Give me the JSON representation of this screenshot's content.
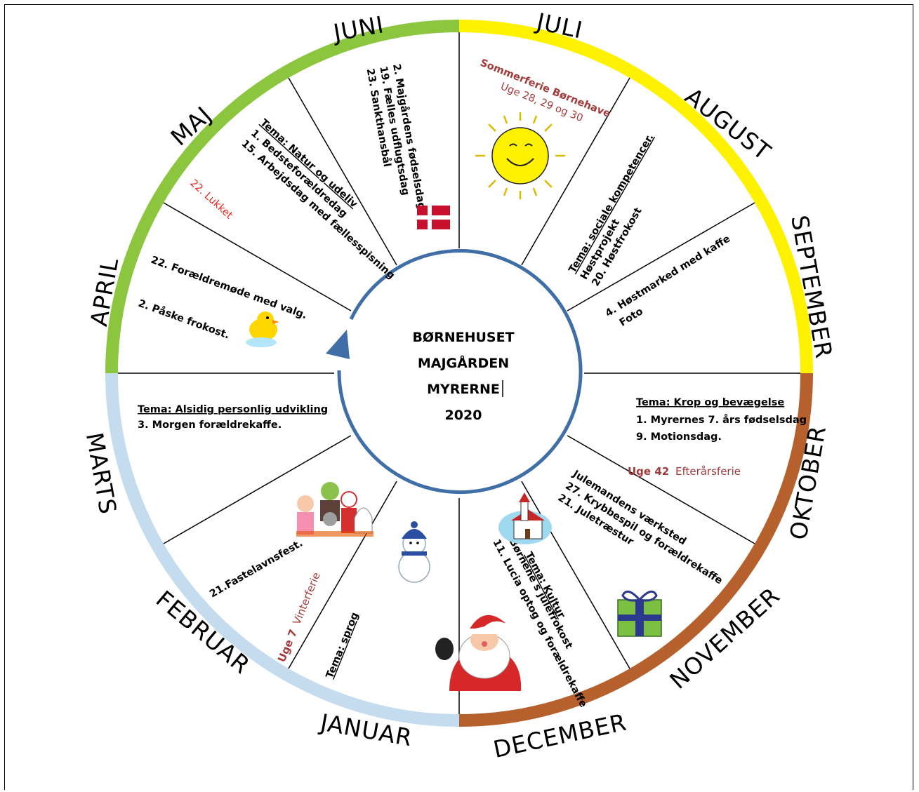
{
  "title": {
    "line1": "BØRNEHUSET",
    "line2": "MAJGÅRDEN",
    "line3": "MYRERNE",
    "line4": "2020"
  },
  "months": {
    "juni": "JUNI",
    "juli": "JULI",
    "august": "AUGUST",
    "september": "SEPTEMBER",
    "oktober": "OKTOBER",
    "november": "NOVEMBER",
    "december": "DECEMBER",
    "januar": "JANUAR",
    "februar": "FEBRUAR",
    "marts": "MARTS",
    "april": "APRIL",
    "maj": "MAJ"
  },
  "colors": {
    "spring_green": "#8cc63f",
    "summer_yellow": "#fff200",
    "autumn_brown": "#b5602d",
    "winter_blue": "#c5dcef",
    "arrow_blue": "#3f6fa6",
    "accent_red": "#a33b3a"
  },
  "events": {
    "juni": [
      "2. Majgårdens fødselsdag",
      "19. Fælles udflugtsdag",
      "23. Sankthansbål"
    ],
    "juli": {
      "vacation": "Sommerferie Børnehave",
      "weeks": "Uge 28, 29 og 30"
    },
    "august": {
      "theme": "Tema: sociale kompetencer.",
      "items": [
        "Høstprojekt",
        "20. Høstfrokost"
      ]
    },
    "september": [
      "4. Høstmarked med kaffe",
      "Foto"
    ],
    "oktober": {
      "theme": "Tema: Krop og bevægelse",
      "items": [
        "1. Myrernes 7. års fødselsdag",
        "9. Motionsdag."
      ],
      "week_label": "Uge 42",
      "week_text": "Efterårsferie"
    },
    "november": [
      "Julemandens værksted",
      "27. Krybbespil og forældrekaffe",
      "21. Juletræstur"
    ],
    "december": {
      "theme": "Tema: Kultur",
      "items": [
        "11. Lucia optog og forældrekaffe",
        "17. Børnene s julefrokost"
      ]
    },
    "januar": {
      "theme": "Tema: sprog"
    },
    "februar": {
      "week_label": "Uge 7",
      "week_text": "Vinterferie",
      "items": [
        "21.Fastelavnsfest."
      ]
    },
    "marts": {
      "theme": "Tema: Alsidig personlig udvikling",
      "items": [
        "3. Morgen forældrekaffe."
      ]
    },
    "april": [
      "22.  Forældremøde med valg.",
      "2. Påske frokost."
    ],
    "maj": {
      "theme": "Tema: Natur og udeliv",
      "items": [
        "1. Bedsteforældredag",
        "15. Arbejdsdag med fællesspisning"
      ],
      "closed": "22. Lukket"
    }
  }
}
